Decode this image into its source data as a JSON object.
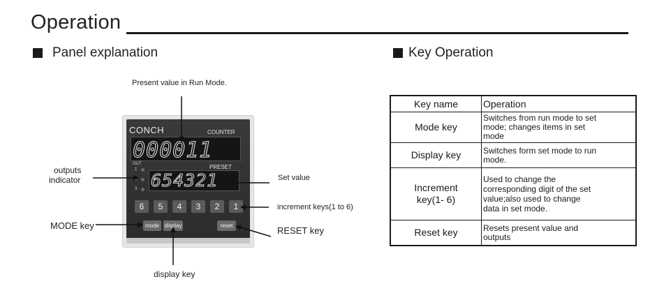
{
  "title": "Operation",
  "sections": {
    "panel_explanation": "Panel explanation",
    "key_operation": "Key Operation"
  },
  "device": {
    "brand": "CONCH",
    "counter_label": "COUNTER",
    "preset_label": "PRESET",
    "out_label": "OUT",
    "out_numbers": [
      "1",
      "2",
      "3"
    ],
    "present_display": "000011",
    "set_display": "654321",
    "number_keys": [
      "6",
      "5",
      "4",
      "3",
      "2",
      "1"
    ],
    "mode_key": "mode",
    "display_key": "display",
    "reset_key": "reset"
  },
  "callouts": {
    "present_value": "Present value in Run Mode.",
    "outputs_indicator_1": "outputs",
    "outputs_indicator_2": "indicator",
    "set_value": "Set value",
    "increment_keys": "increment keys(1 to 6)",
    "mode_key": "MODE key",
    "reset_key": "RESET key",
    "display_key": "display key"
  },
  "key_table": {
    "headers": [
      "Key name",
      "Operation"
    ],
    "rows": [
      {
        "key": "Mode key",
        "op": [
          "Switches from run mode to set",
          "mode; changes items in set",
          "mode"
        ]
      },
      {
        "key": "Display key",
        "op": [
          "Switches form set mode to run",
          "mode."
        ]
      },
      {
        "key_lines": [
          "Increment",
          "key(1- 6)"
        ],
        "op": [
          "Used to change the",
          "corresponding digit of the set",
          "value;also used to change",
          "data in set mode."
        ]
      },
      {
        "key": "Reset key",
        "op": [
          "Resets present value and",
          "outputs"
        ]
      }
    ]
  }
}
